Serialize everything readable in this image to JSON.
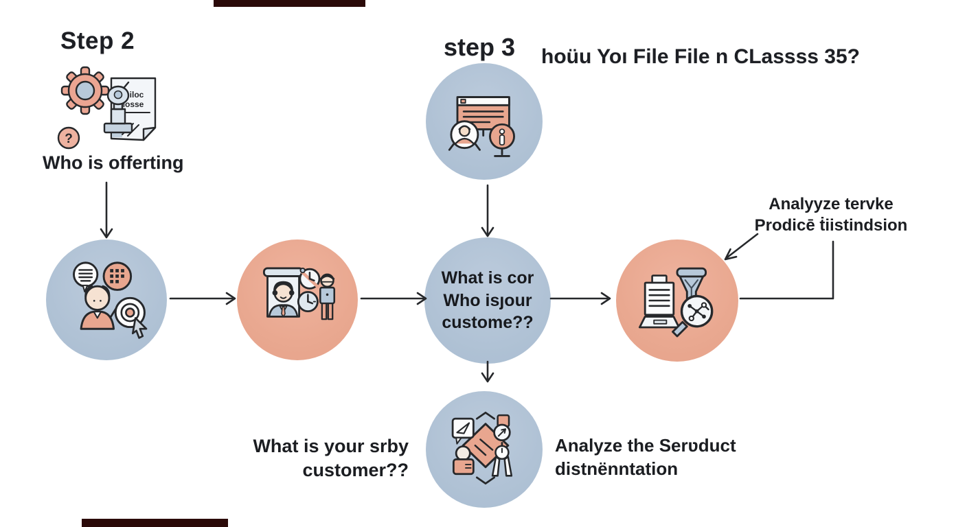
{
  "colors": {
    "node_blue": "#b2c3d6",
    "node_salmon": "#e9a890",
    "line": "#26282b",
    "redaction_bar": "#2b0a09",
    "skin": "#f6e2d2",
    "icon_blue": "#b7c9da",
    "icon_white": "#fbfcfd"
  },
  "redaction": {
    "top_bar": "",
    "bottom_bar": ""
  },
  "step2": {
    "title": "Step 2",
    "caption": "Who is offerting",
    "doc_text_line1": "Ghiloc",
    "doc_text_line2": "Mosse",
    "question_mark": "?"
  },
  "step3": {
    "title": "step 3"
  },
  "header": {
    "title": "hoüu Yoı File File n CLassss 35?"
  },
  "flow": {
    "center_circle": {
      "line1": "What is cor",
      "line2": "Who isȷour",
      "line3": "custome??"
    },
    "right_label": {
      "line1": "Analyyze tervke",
      "line2": "Prodicē ṫiistindsion"
    },
    "bottom_left_label": {
      "line1": "What is your srby",
      "line2": "customer??"
    },
    "bottom_right_label": {
      "line1": "Analyze the Serʋduct",
      "line2": "distnënntation"
    }
  },
  "icons": {
    "step2_icon": "gear-stamp-document-question",
    "step3_icon": "presentation-person-info-sign",
    "offering_icon": "person-speech-bubble-keypad-target-cursor",
    "research_icon": "portrait-frame-clocks-standing-person",
    "analysis_icon": "clipboard-funnel-network-magnifier",
    "engagement_icon": "handshake-chat-person-stopwatch"
  }
}
